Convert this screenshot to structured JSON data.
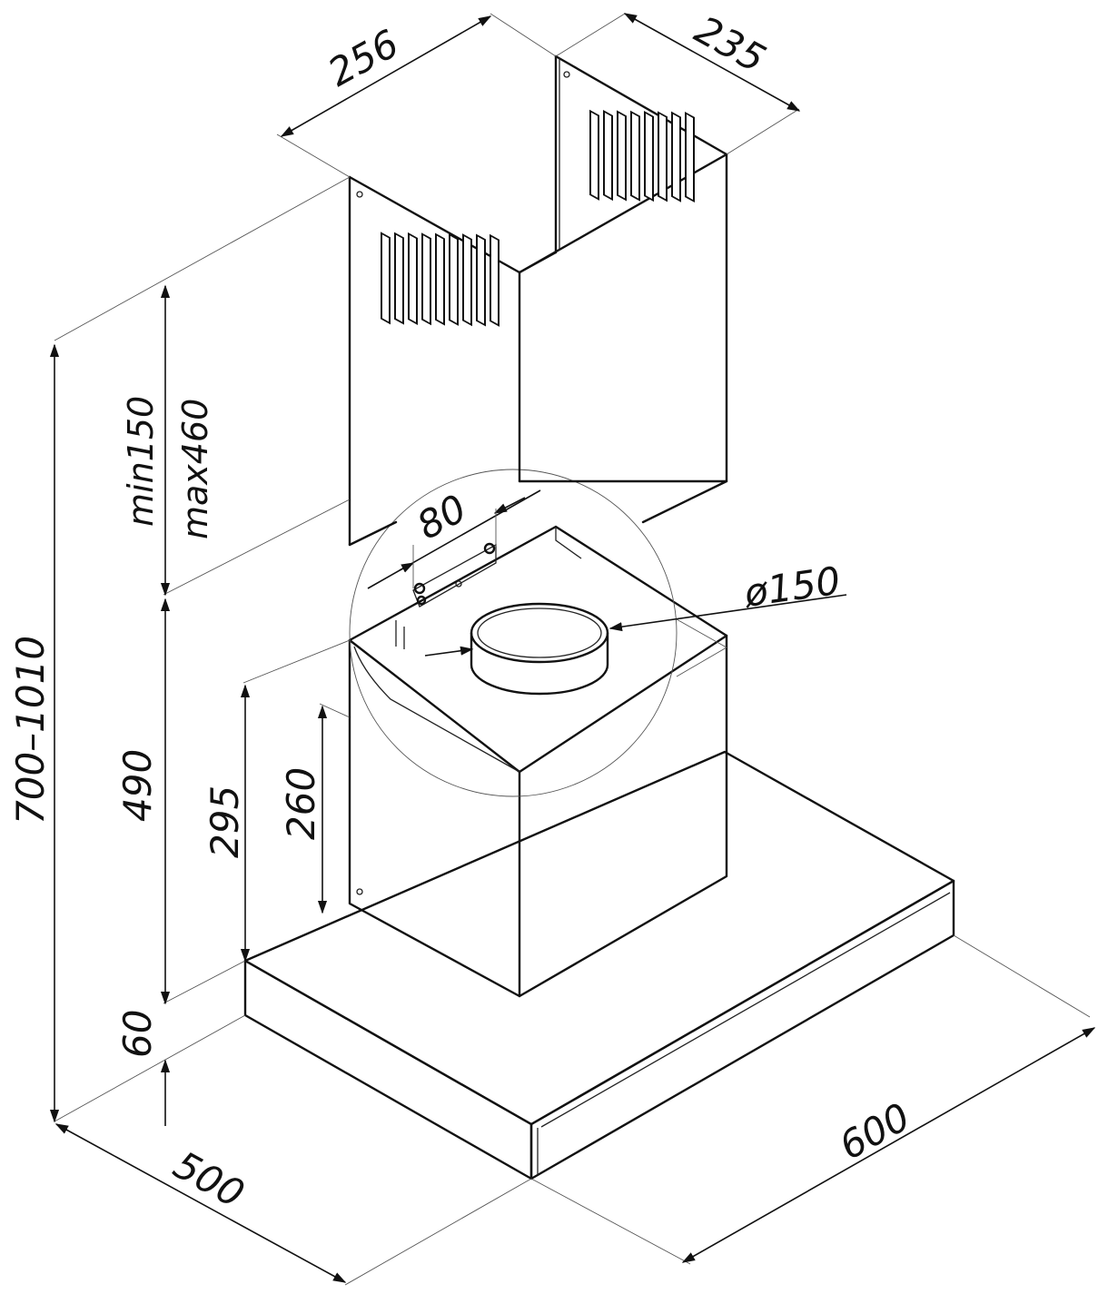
{
  "dimensions": {
    "chimney_width": "256",
    "chimney_depth": "235",
    "chimney_min": "min150",
    "chimney_max": "max460",
    "total_height": "700–1010",
    "body_height": "490",
    "motor_height": "295",
    "box_height": "260",
    "canopy_height": "60",
    "bracket_width": "80",
    "outlet_diameter": "ø150",
    "canopy_depth": "500",
    "canopy_width": "600"
  },
  "colors": {
    "stroke": "#111111",
    "background": "#ffffff"
  }
}
